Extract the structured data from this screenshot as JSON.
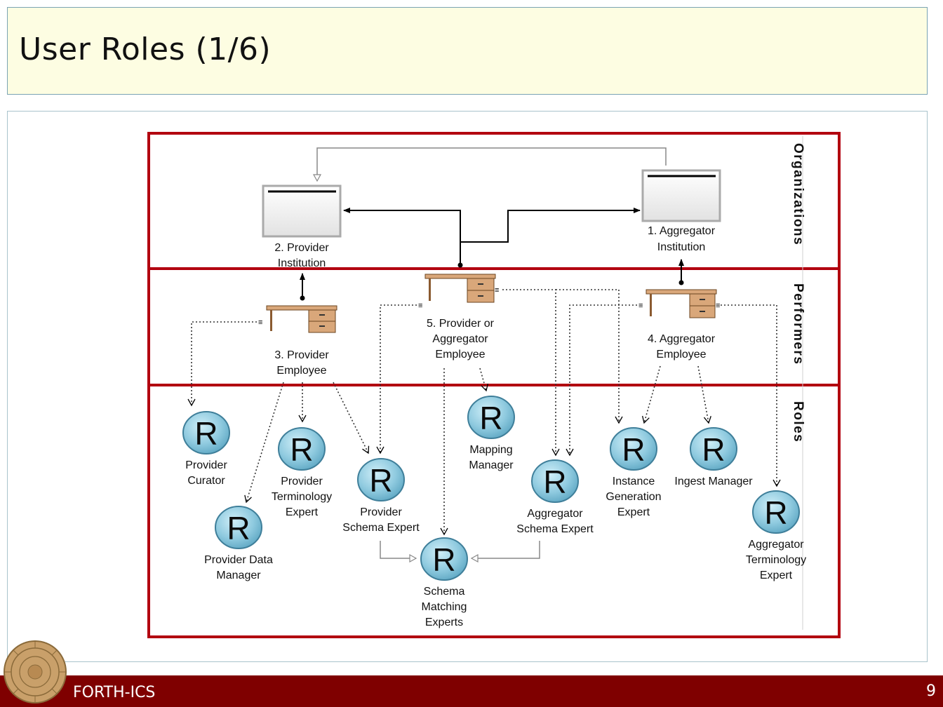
{
  "slide": {
    "title": "User Roles (1/6)",
    "footer_label": "FORTH-ICS",
    "page_number": "9"
  },
  "colors": {
    "footer": "#7f0000",
    "lane_border": "#b2000f",
    "title_bg": "#fdfde2",
    "role_fill": "#8fcadf",
    "desk": "#d9a77a"
  },
  "lanes": {
    "organizations": "Organizations",
    "performers": "Performers",
    "roles": "Roles"
  },
  "organizations": {
    "aggregator": [
      "1. Aggregator",
      "Institution"
    ],
    "provider": [
      "2. Provider",
      "Institution"
    ]
  },
  "performers": {
    "provider_employee": [
      "3. Provider",
      "Employee"
    ],
    "aggregator_employee": [
      "4. Aggregator",
      "Employee"
    ],
    "provider_or_aggregator_employee": [
      "5. Provider or",
      "Aggregator",
      "Employee"
    ]
  },
  "roles": {
    "glyph": "R",
    "provider_curator": [
      "Provider",
      "Curator"
    ],
    "provider_terminology_expert": [
      "Provider",
      "Terminology",
      "Expert"
    ],
    "provider_data_manager": [
      "Provider Data",
      "Manager"
    ],
    "provider_schema_expert": [
      "Provider",
      "Schema Expert"
    ],
    "mapping_manager": [
      "Mapping",
      "Manager"
    ],
    "schema_matching_experts": [
      "Schema",
      "Matching",
      "Experts"
    ],
    "aggregator_schema_expert": [
      "Aggregator",
      "Schema Expert"
    ],
    "instance_generation_expert": [
      "Instance",
      "Generation",
      "Expert"
    ],
    "ingest_manager": [
      "Ingest Manager"
    ],
    "aggregator_terminology_expert": [
      "Aggregator",
      "Terminology",
      "Expert"
    ]
  }
}
